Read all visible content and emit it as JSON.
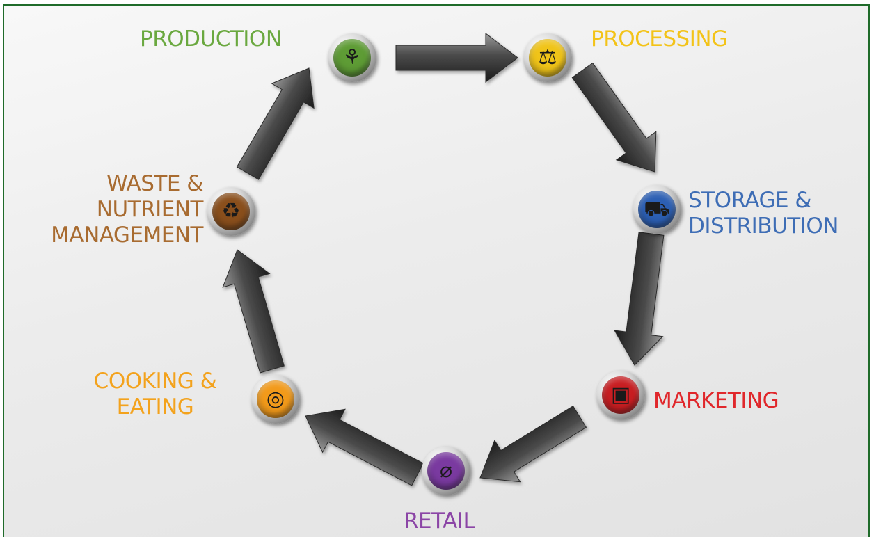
{
  "diagram": {
    "border_color": "#1f6b2a",
    "stages": [
      {
        "id": "production",
        "label": "PRODUCTION",
        "color": "#6aa83f",
        "icon_name": "farmer-icon",
        "icon": "⚘",
        "circle_color": "#5e9c35"
      },
      {
        "id": "processing",
        "label": "PROCESSING",
        "color": "#f3c318",
        "icon_name": "scale-icon",
        "icon": "⚖",
        "circle_color": "#f0c419"
      },
      {
        "id": "storage",
        "label": "STORAGE &\nDISTRIBUTION",
        "color": "#3e6db5",
        "icon_name": "truck-icon",
        "icon": "⛟",
        "circle_color": "#2c5fb3"
      },
      {
        "id": "marketing",
        "label": "MARKETING",
        "color": "#e0272b",
        "icon_name": "billboard-icon",
        "icon": "▣",
        "circle_color": "#c81e22"
      },
      {
        "id": "retail",
        "label": "RETAIL",
        "color": "#8b45a6",
        "icon_name": "shopping-cart-icon",
        "icon": "⌀",
        "circle_color": "#7a3aa0"
      },
      {
        "id": "cooking",
        "label": "COOKING &\nEATING",
        "color": "#f3a21c",
        "icon_name": "plate-icon",
        "icon": "◎",
        "circle_color": "#f29a1a"
      },
      {
        "id": "waste",
        "label": "WASTE &\nNUTRIENT\nMANAGEMENT",
        "color": "#a86b30",
        "icon_name": "recycle-icon",
        "icon": "♻",
        "circle_color": "#8a4f1c"
      }
    ]
  }
}
